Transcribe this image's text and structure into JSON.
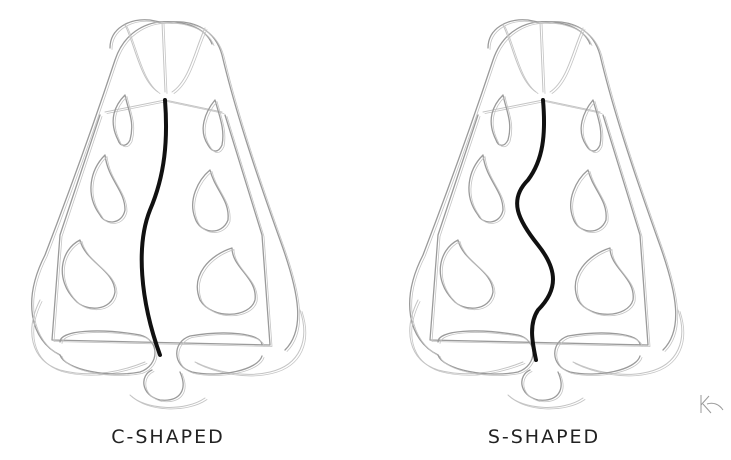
{
  "panels": [
    {
      "id": "c-shaped",
      "caption": "C-SHAPED",
      "septum_shape": "C"
    },
    {
      "id": "s-shaped",
      "caption": "S-SHAPED",
      "septum_shape": "S"
    }
  ],
  "colors": {
    "sketch_line": "#9a9a9a",
    "sketch_line_light": "#c4c4c4",
    "septum_line": "#111111",
    "caption_text": "#222222"
  }
}
